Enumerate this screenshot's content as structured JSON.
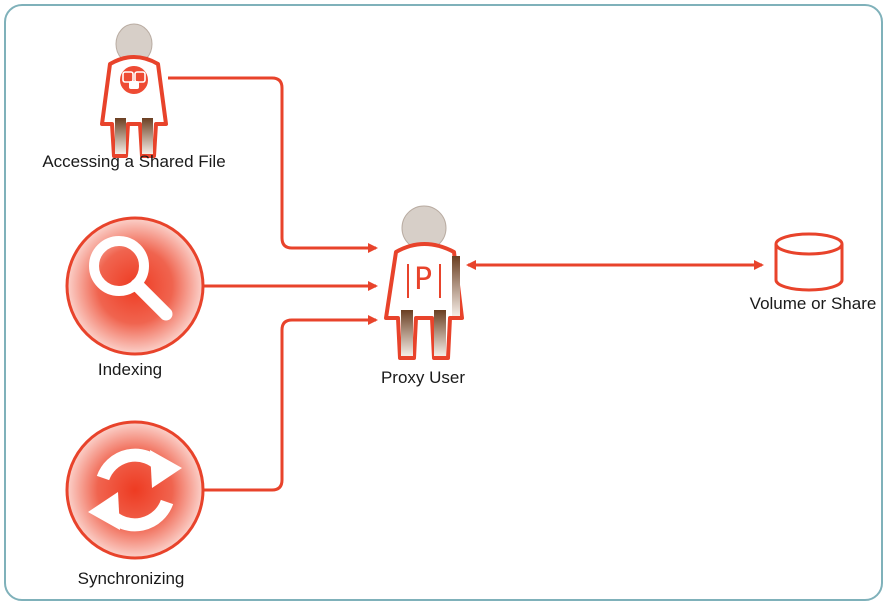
{
  "nodes": {
    "shared_file": {
      "label": "Accessing a Shared File",
      "icon": "person-shared-file-icon"
    },
    "indexing": {
      "label": "Indexing",
      "icon": "magnifier-icon"
    },
    "synchronizing": {
      "label": "Synchronizing",
      "icon": "sync-arrows-icon"
    },
    "proxy_user": {
      "label": "Proxy User",
      "icon": "person-proxy-icon",
      "badge": "P"
    },
    "volume": {
      "label": "Volume or Share",
      "icon": "database-cylinder-icon"
    }
  },
  "colors": {
    "accent": "#e8432b",
    "border": "#7fb1ba",
    "figure": "#d7cfc8",
    "figure_dark": "#7b4a2a"
  }
}
